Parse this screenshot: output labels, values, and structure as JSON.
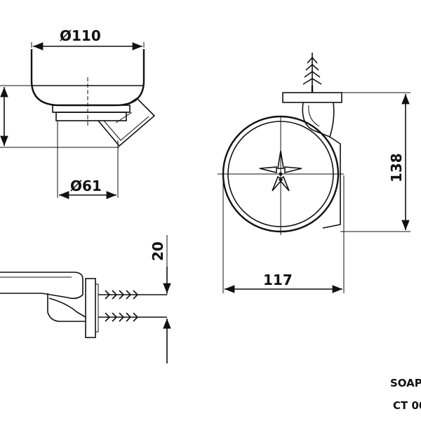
{
  "dimensions": {
    "top_diameter": "Ø110",
    "base_diameter": "Ø61",
    "height": "138",
    "width": "117",
    "depth": "20"
  },
  "title_block": {
    "line1": "SOAP",
    "line2": "CT 00"
  }
}
